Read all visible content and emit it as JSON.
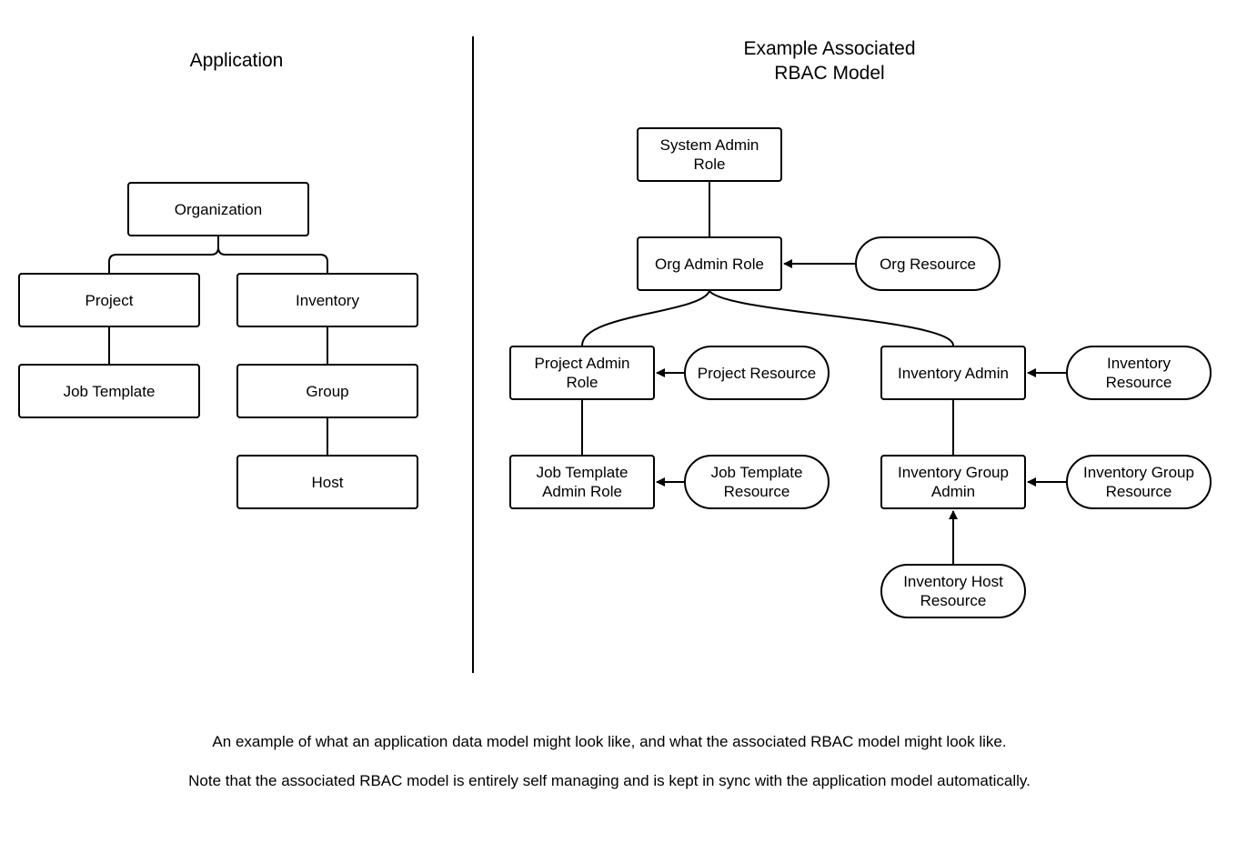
{
  "application": {
    "title": "Application",
    "nodes": {
      "organization": "Organization",
      "project": "Project",
      "inventory": "Inventory",
      "job_template": "Job Template",
      "group": "Group",
      "host": "Host"
    }
  },
  "rbac": {
    "title": "Example Associated\nRBAC Model",
    "nodes": {
      "system_admin_role": "System Admin\nRole",
      "org_admin_role": "Org Admin Role",
      "org_resource": "Org Resource",
      "project_admin_role": "Project Admin\nRole",
      "project_resource": "Project Resource",
      "inventory_admin": "Inventory Admin",
      "inventory_resource": "Inventory\nResource",
      "job_template_admin_role": "Job Template\nAdmin Role",
      "job_template_resource": "Job Template\nResource",
      "inventory_group_admin": "Inventory Group\nAdmin",
      "inventory_group_resource": "Inventory Group\nResource",
      "inventory_host_resource": "Inventory Host\nResource"
    }
  },
  "captions": {
    "line1": "An example of what an application data model might look like, and what the associated RBAC model might look like.",
    "line2": "Note that the associated RBAC model is entirely self managing and is kept in sync with the application model automatically."
  }
}
